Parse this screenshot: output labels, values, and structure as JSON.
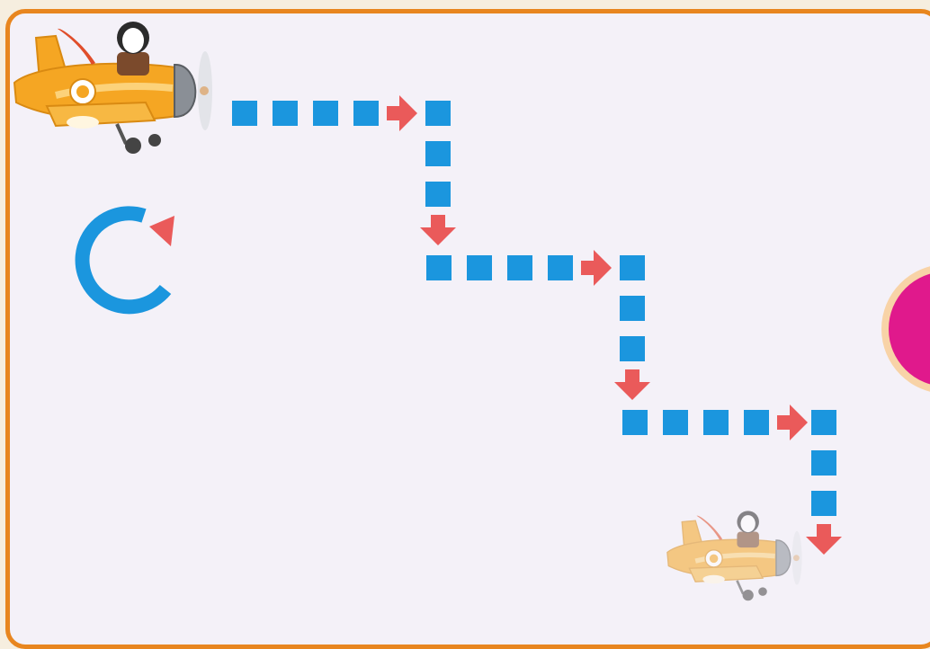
{
  "game": {
    "name": "plane-path-puzzle",
    "colors": {
      "panel_border": "#e8861f",
      "panel_bg": "#f4f1f8",
      "path_block": "#1b96de",
      "arrow": "#ea5a5a",
      "loop_icon": "#1b96de",
      "target_button": "#e0198c",
      "target_ring": "#f8d3a7",
      "plane_body": "#f5a623"
    },
    "path": {
      "segments": [
        {
          "direction": "right",
          "blocks": 4
        },
        {
          "direction": "down",
          "blocks": 3
        },
        {
          "direction": "right",
          "blocks": 4
        },
        {
          "direction": "down",
          "blocks": 3
        },
        {
          "direction": "right",
          "blocks": 4
        },
        {
          "direction": "down",
          "blocks": 3
        }
      ]
    },
    "icons": {
      "player": "airplane-pilot-icon",
      "ghost_target": "airplane-pilot-ghost-icon",
      "loop": "loop-arrow-icon",
      "action": "pink-round-button-icon"
    }
  }
}
